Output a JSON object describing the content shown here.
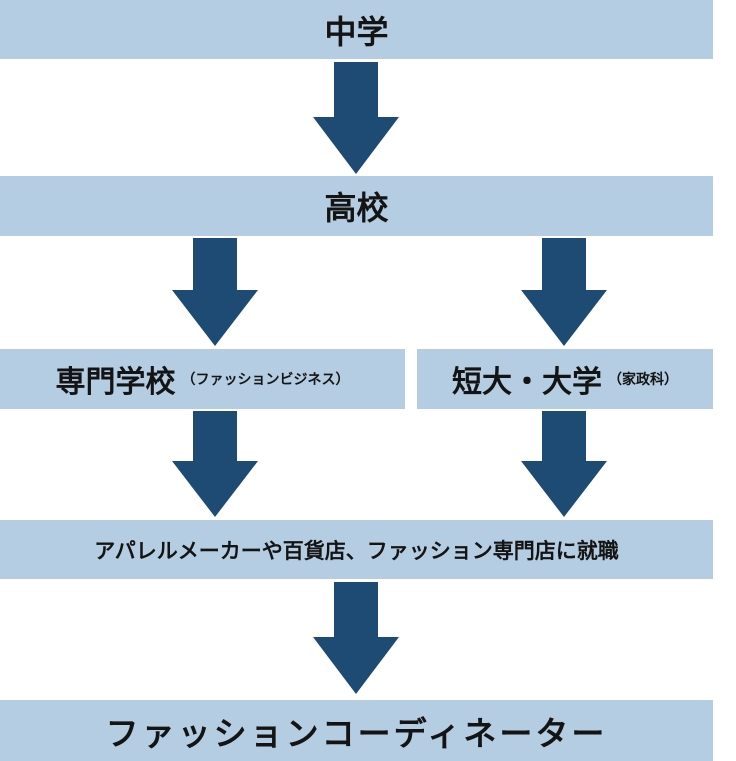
{
  "nodes": {
    "middle_school": "中学",
    "high_school": "高校",
    "vocational_school": {
      "label": "専門学校",
      "note": "（ファッションビジネス）"
    },
    "college": {
      "label": "短大・大学",
      "note": "（家政科）"
    },
    "employment": "アパレルメーカーや百貨店、ファッション専門店に就職",
    "career": "ファッションコーディネーター"
  },
  "colors": {
    "box_fill": "#b4cde2",
    "arrow_fill": "#1e4b73",
    "text": "#141414"
  }
}
